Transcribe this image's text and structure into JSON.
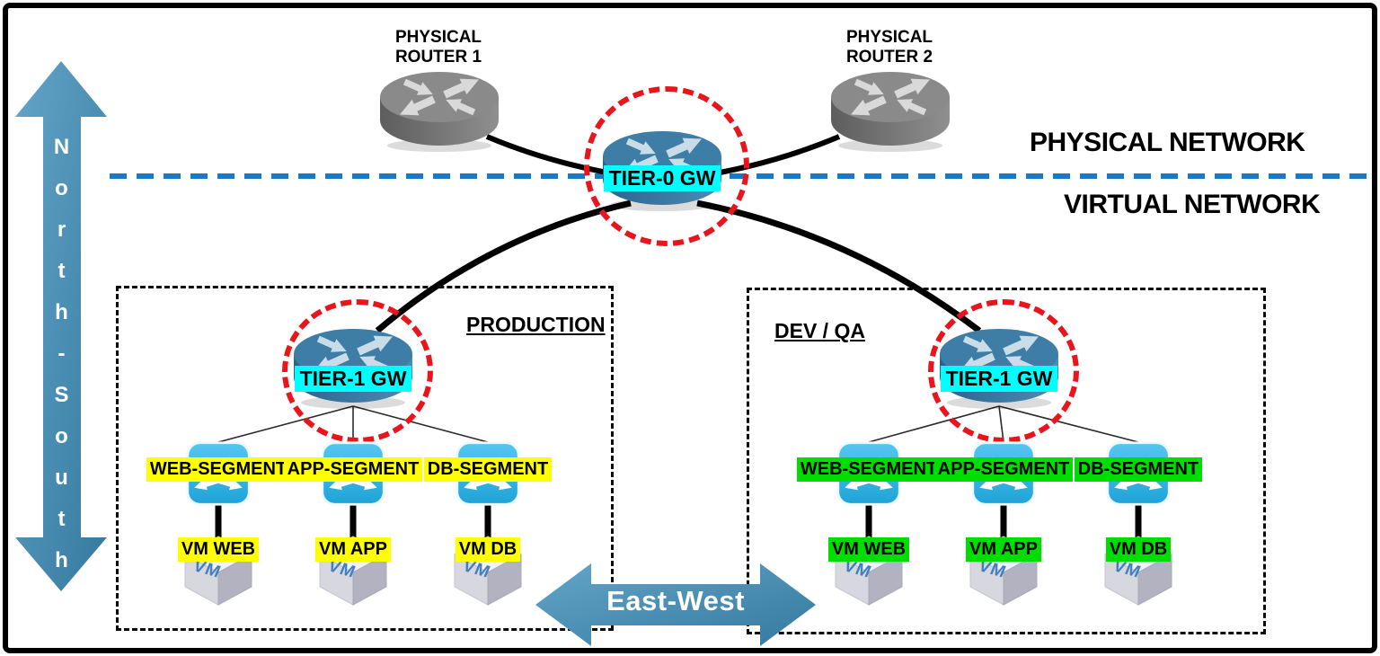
{
  "diagram": {
    "layers": {
      "physical": "PHYSICAL NETWORK",
      "virtual": "VIRTUAL NETWORK"
    },
    "axes": {
      "north_south": "North-South",
      "east_west": "East-West"
    },
    "physical_routers": [
      {
        "line1": "PHYSICAL",
        "line2": "ROUTER 1"
      },
      {
        "line1": "PHYSICAL",
        "line2": "ROUTER 2"
      }
    ],
    "tier0": {
      "label": "TIER-0 GW"
    },
    "environments": [
      {
        "name": "PRODUCTION",
        "tier1_label": "TIER-1 GW",
        "highlight_color": "#ffff00",
        "segments": [
          "WEB-SEGMENT",
          "APP-SEGMENT",
          "DB-SEGMENT"
        ],
        "vms": [
          "VM WEB",
          "VM APP",
          "VM DB"
        ]
      },
      {
        "name": "DEV / QA",
        "tier1_label": "TIER-1 GW",
        "highlight_color": "#00dd00",
        "segments": [
          "WEB-SEGMENT",
          "APP-SEGMENT",
          "DB-SEGMENT"
        ],
        "vms": [
          "VM WEB",
          "VM APP",
          "VM DB"
        ]
      }
    ],
    "vm_icon_text": "VM",
    "colors": {
      "gateway_highlight": "#00ffff",
      "production_highlight": "#ffff00",
      "devqa_highlight": "#00dd00",
      "layer_divider_blue": "#1b78c4",
      "gateway_ring_red": "#e8151d",
      "flow_arrow_blue": "#4a90b5",
      "segment_switch_blue": "#2fb1e2"
    }
  }
}
